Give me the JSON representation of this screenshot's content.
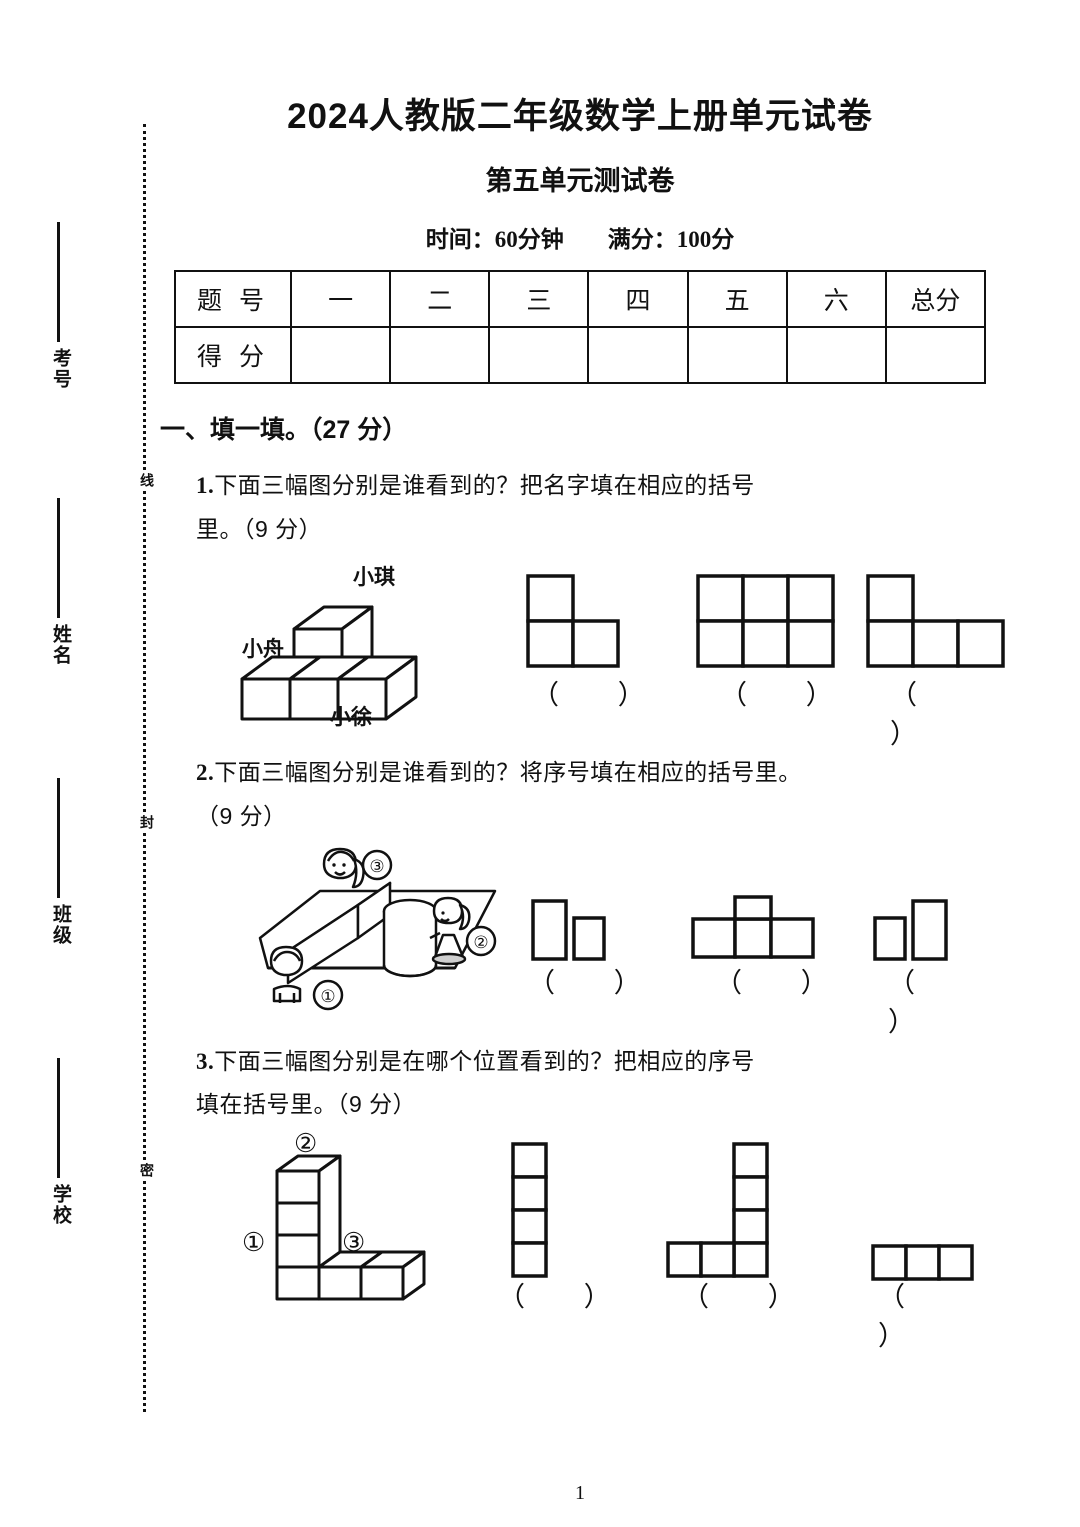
{
  "document": {
    "title_main": "2024人教版二年级数学上册单元试卷",
    "title_sub": "第五单元测试卷",
    "time_label": "时间：60分钟",
    "total_label": "满分：100分",
    "page_number": "1"
  },
  "left_margin": {
    "labels": [
      "考号",
      "姓名",
      "班级",
      "学校"
    ],
    "seal_chars": [
      "线",
      "封",
      "密"
    ]
  },
  "score_table": {
    "row_header_1": "题 号",
    "row_header_2": "得 分",
    "columns": [
      "一",
      "二",
      "三",
      "四",
      "五",
      "六",
      "总分"
    ],
    "scores": [
      "",
      "",
      "",
      "",
      "",
      "",
      ""
    ]
  },
  "section": {
    "heading": "一、填一填。（27 分）"
  },
  "questions": [
    {
      "number": "1.",
      "text_line1": "下面三幅图分别是谁看到的？把名字填在相应的括号",
      "text_line2": "里。（9 分）",
      "figure_labels": {
        "top": "小琪",
        "left": "小舟",
        "bottom": "小徐"
      },
      "answer_blanks": [
        "（    ）",
        "（    ）",
        "（    ）"
      ]
    },
    {
      "number": "2.",
      "text_line1": "下面三幅图分别是谁看到的？将序号填在相应的括号里。",
      "text_line2": "（9 分）",
      "figure_labels": {
        "front": "①",
        "right": "②",
        "back": "③"
      },
      "answer_blanks": [
        "（    ）",
        "（    ）",
        "（    ）"
      ]
    },
    {
      "number": "3.",
      "text_line1": "下面三幅图分别是在哪个位置看到的？把相应的序号",
      "text_line2": "填在括号里。（9 分）",
      "figure_labels": {
        "left": "①",
        "top": "②",
        "right": "③"
      },
      "answer_blanks": [
        "（    ）",
        "（    ）",
        "（    ）"
      ]
    }
  ],
  "colors": {
    "ink": "#111111",
    "paper": "#ffffff"
  }
}
